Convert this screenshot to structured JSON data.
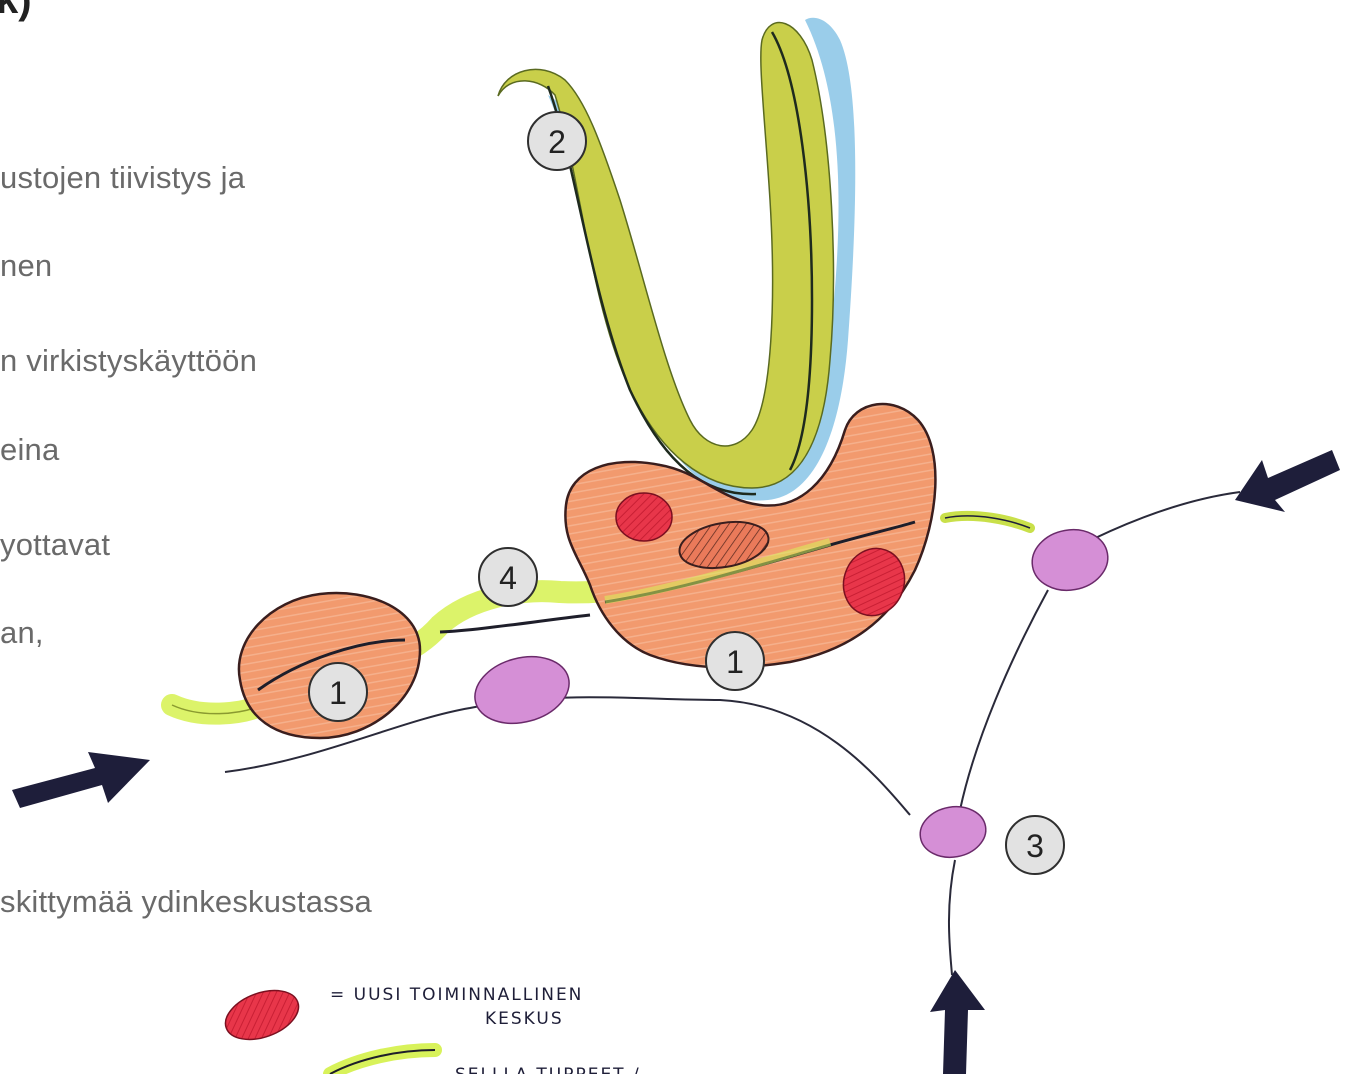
{
  "slide": {
    "title_fragment": "k)",
    "text_lines": [
      "ustojen tiivistys ja",
      "nen",
      "n virkistyskäyttöön",
      "eina",
      "yottavat",
      "an,",
      "skittymää ydinkeskustassa"
    ]
  },
  "diagram": {
    "badges": [
      "1",
      "1",
      "2",
      "3",
      "4"
    ],
    "legend": {
      "item1_line1": "= UUSI   TOIMINNALLINEN",
      "item1_line2": "KESKUS",
      "item2_partial": "SELLLA   TUPPEET /"
    },
    "colors": {
      "zone_orange": "#f29a6e",
      "green_yellow": "#c9cf4a",
      "highlight_lime": "#d8f25a",
      "water_blue": "#8fc8e8",
      "center_red": "#e8364a",
      "node_pink": "#d58fd6",
      "arrow_navy": "#1e1e3a"
    }
  }
}
